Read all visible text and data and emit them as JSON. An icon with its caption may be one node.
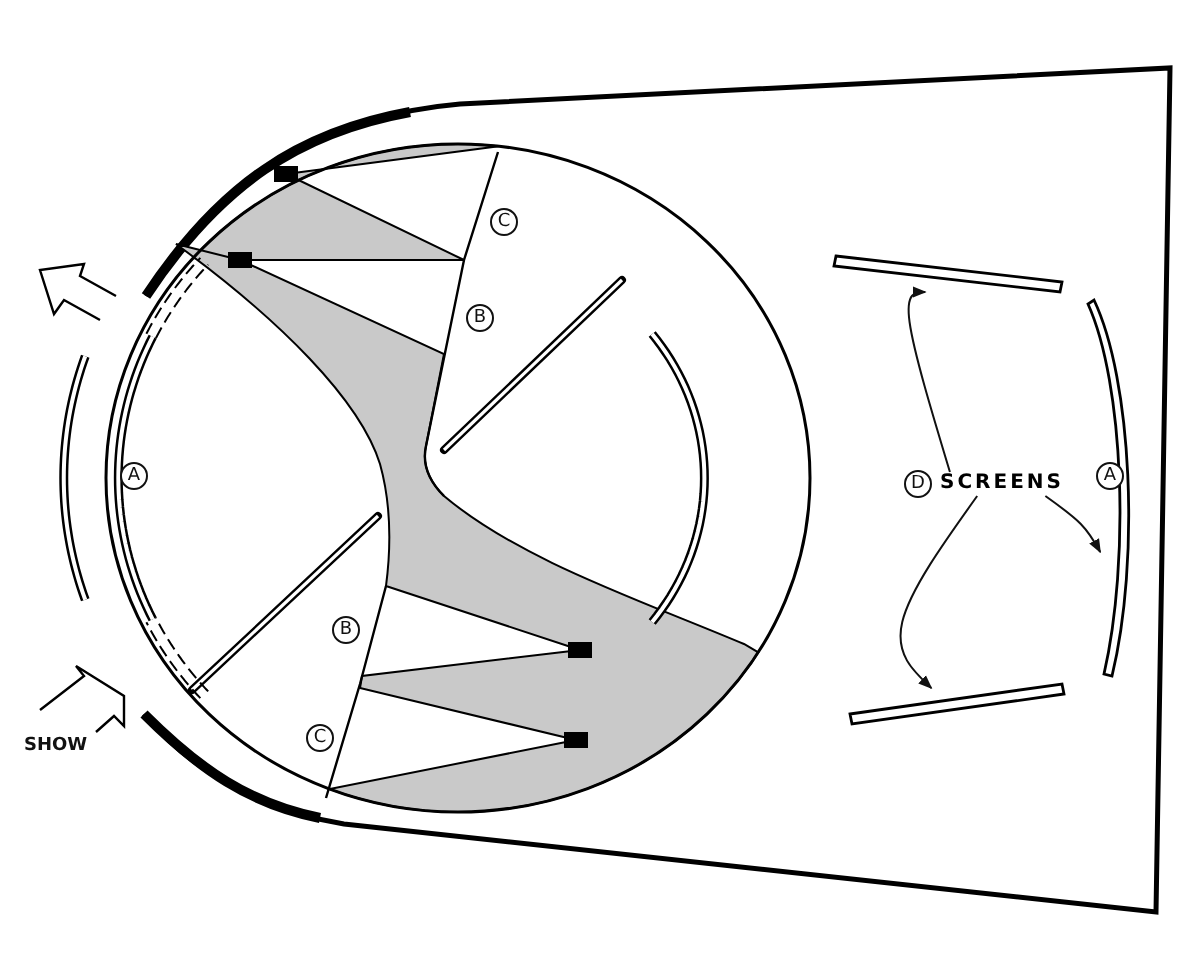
{
  "diagram": {
    "nodes": [
      {
        "text": [
          "SCREENS"
        ],
        "beside": [
          "D"
        ]
      },
      {
        "text": [],
        "shape": "bar"
      },
      {
        "text": [],
        "shape": "bar"
      },
      {
        "text": [],
        "shape": "bar"
      }
    ],
    "edges": [
      {
        "from": 0,
        "to": 1,
        "arrow": "to"
      },
      {
        "from": 0,
        "to": 2,
        "arrow": "to"
      },
      {
        "from": 0,
        "to": 3,
        "arrow": "to"
      }
    ],
    "labels": [
      "C",
      "B",
      "A",
      "A",
      "B",
      "C",
      "SHOW"
    ]
  }
}
